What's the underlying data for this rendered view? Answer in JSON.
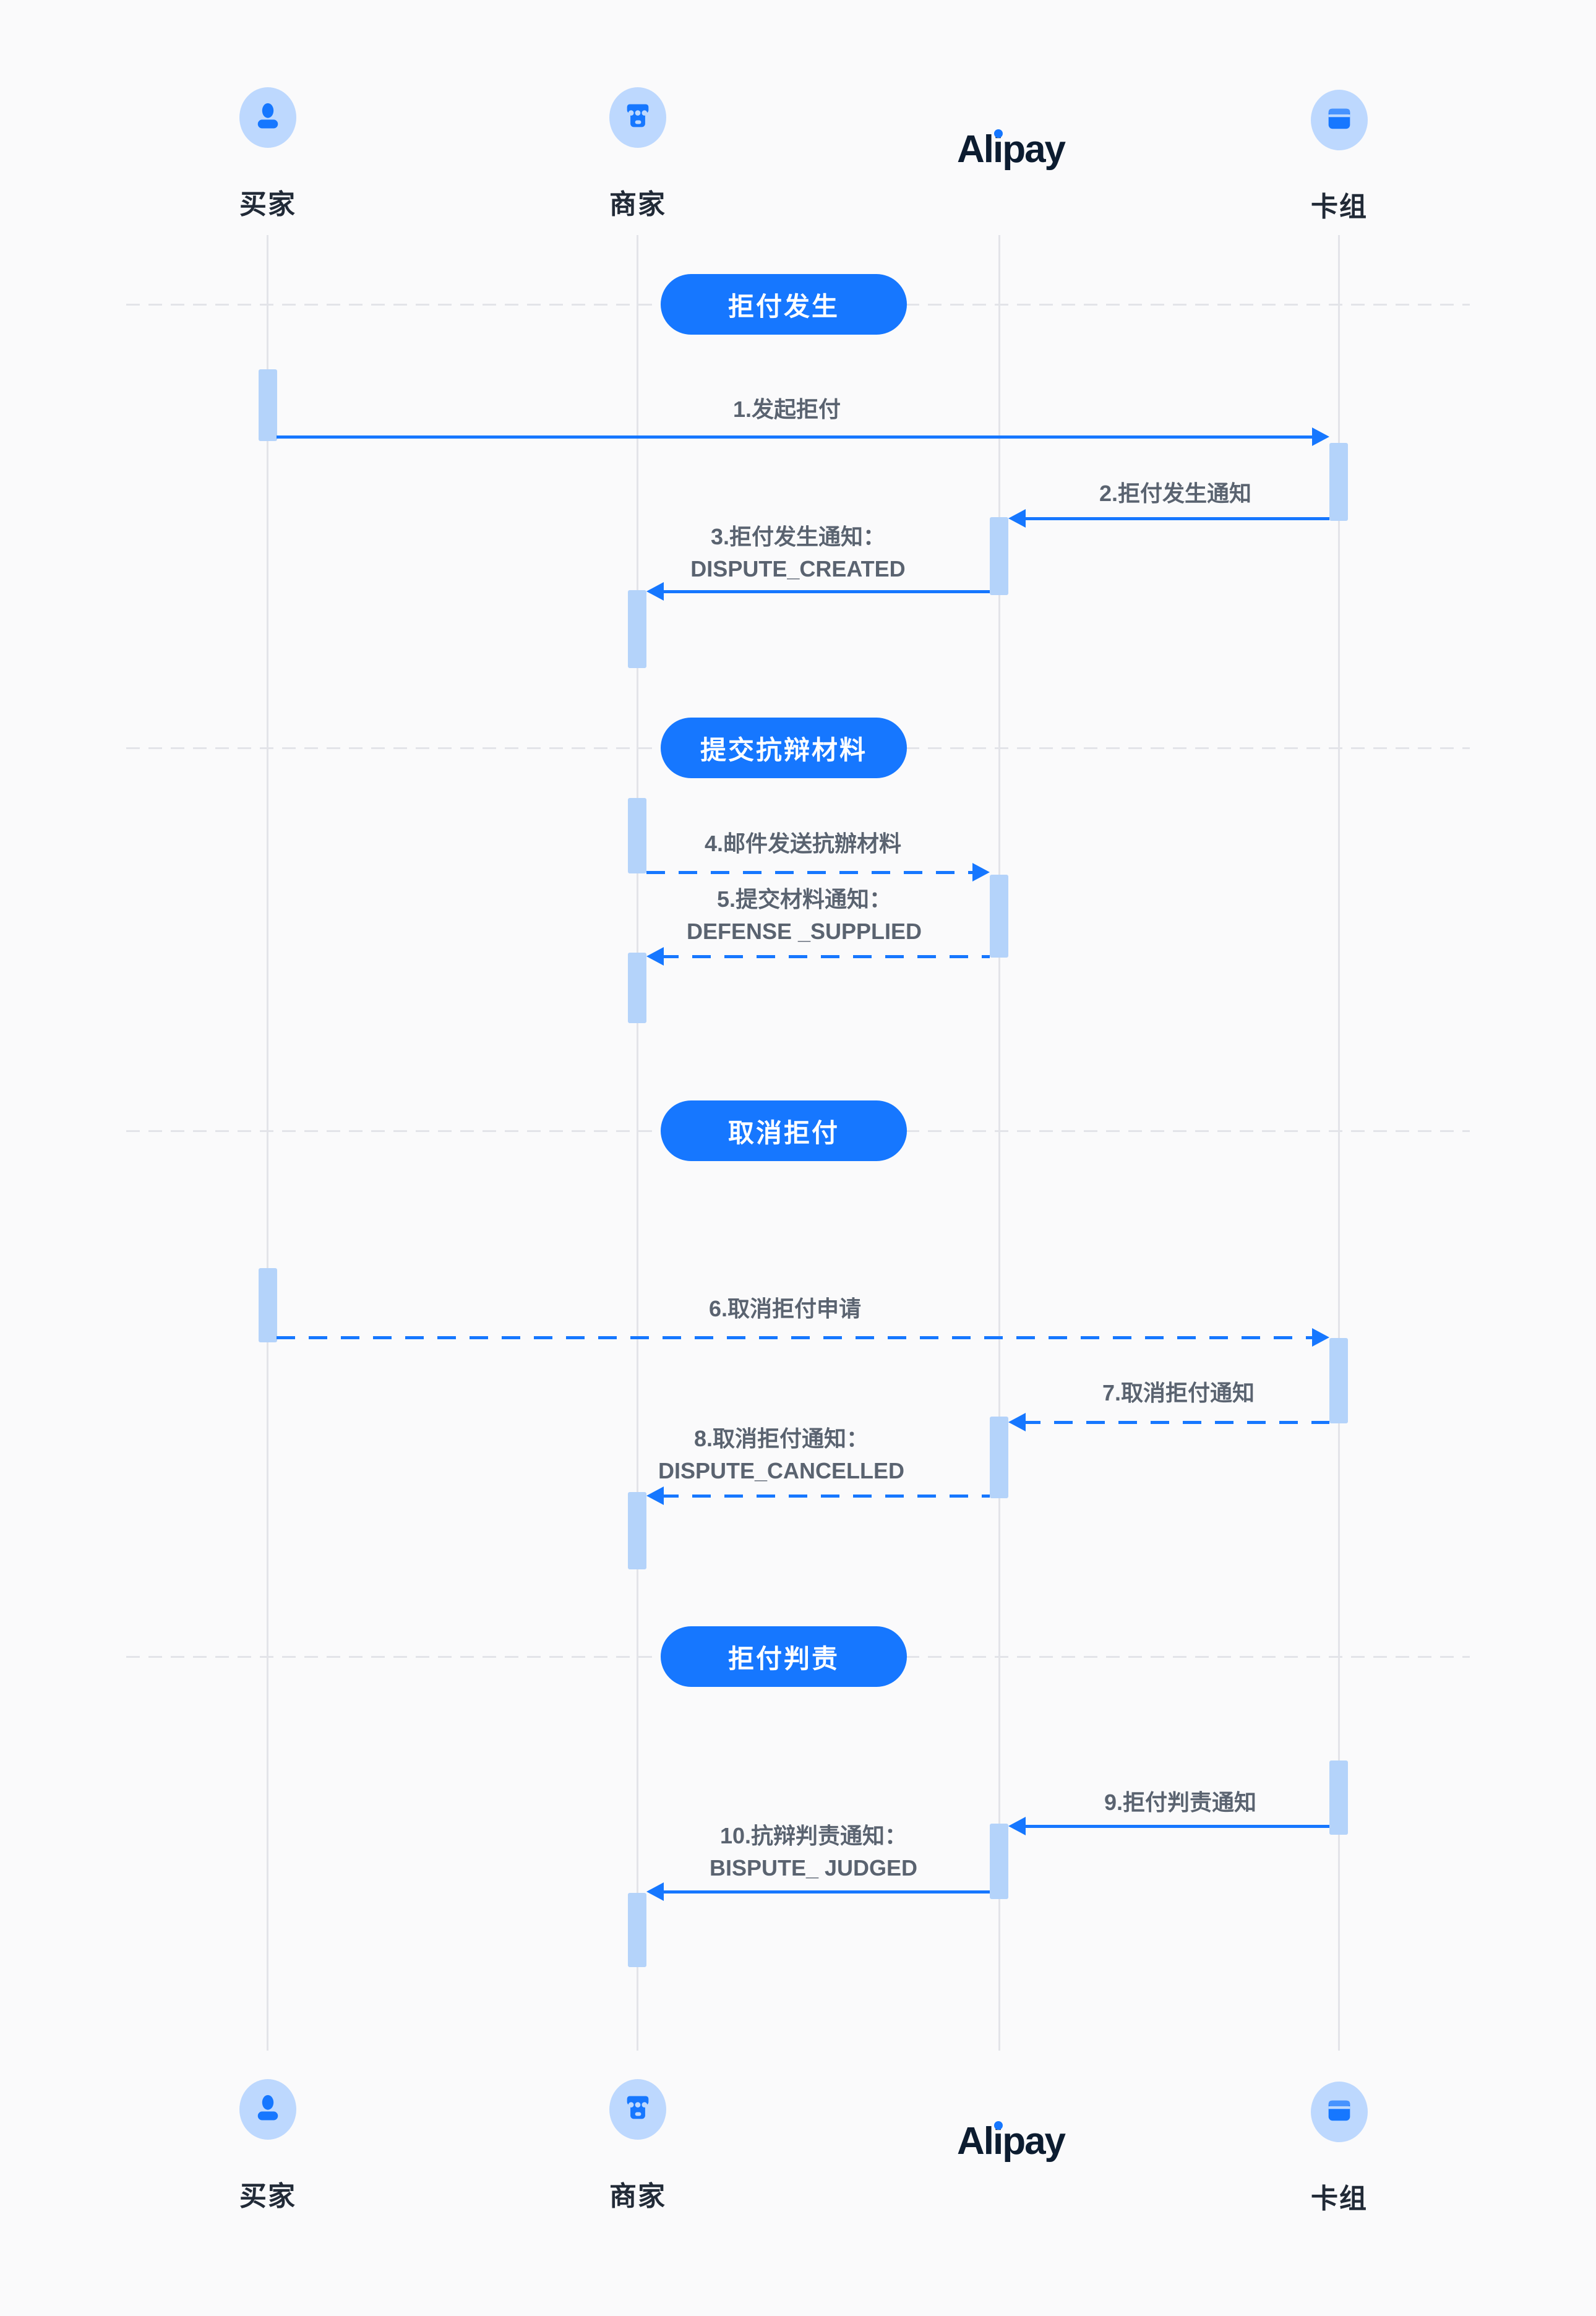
{
  "colors": {
    "accent": "#1677ff",
    "bar": "#b4d3fa",
    "bubble": "#bdd8fe",
    "lifeline": "#e3e4e9",
    "separator": "#e3e4e9",
    "text": "#5a6370",
    "actor_text": "#212a37",
    "wordmark": "#0c1c30",
    "background": "#fafafb",
    "badge_text": "#ffffff"
  },
  "actors": [
    {
      "id": "buyer",
      "label": "买家"
    },
    {
      "id": "merchant",
      "label": "商家"
    },
    {
      "id": "alipay",
      "label": "Alipay"
    },
    {
      "id": "cardorg",
      "label": "卡组"
    }
  ],
  "phases": [
    {
      "label": "拒付发生"
    },
    {
      "label": "提交抗辩材料"
    },
    {
      "label": "取消拒付"
    },
    {
      "label": "拒付判责"
    }
  ],
  "messages": [
    {
      "text": "1.发起拒付",
      "code": ""
    },
    {
      "text": "2.拒付发生通知",
      "code": ""
    },
    {
      "text": "3.拒付发生通知：",
      "code": "DISPUTE_CREATED"
    },
    {
      "text": "4.邮件发送抗辦材料",
      "code": ""
    },
    {
      "text": "5.提交材料通知：",
      "code": "DEFENSE _SUPPLIED"
    },
    {
      "text": "6.取消拒付申请",
      "code": ""
    },
    {
      "text": "7.取消拒付通知",
      "code": ""
    },
    {
      "text": "8.取消拒付通知：",
      "code": "DISPUTE_CANCELLED"
    },
    {
      "text": "9.拒付判责通知",
      "code": ""
    },
    {
      "text": "10.抗辩判责通知：",
      "code": "BISPUTE_ JUDGED"
    }
  ]
}
